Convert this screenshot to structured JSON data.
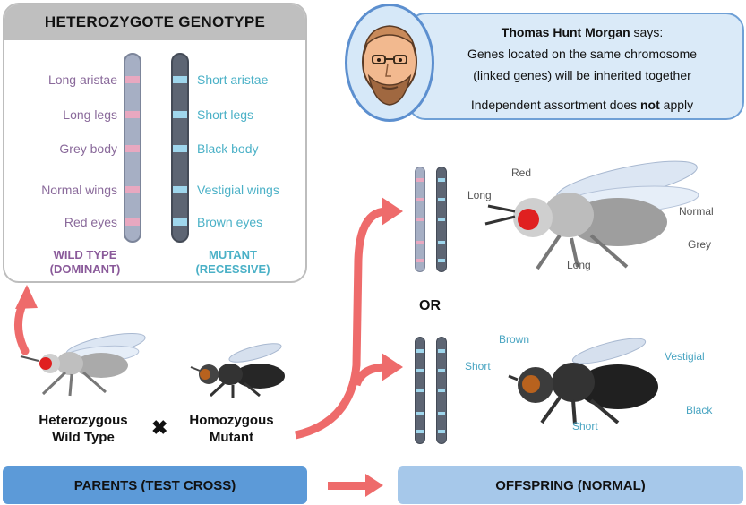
{
  "panel": {
    "title": "HETEROZYGOTE GENOTYPE",
    "wild_traits": [
      "Long aristae",
      "Long legs",
      "Grey body",
      "Normal wings",
      "Red eyes"
    ],
    "mutant_traits": [
      "Short aristae",
      "Short legs",
      "Black body",
      "Vestigial wings",
      "Brown eyes"
    ],
    "wild_caption_1": "WILD TYPE",
    "wild_caption_2": "(DOMINANT)",
    "mutant_caption_1": "MUTANT",
    "mutant_caption_2": "(RECESSIVE)"
  },
  "quote": {
    "speaker": "Thomas Hunt Morgan",
    "says": " says:",
    "line1": "Genes located on the same chromosome",
    "line2": "(linked genes) will be inherited together",
    "line3_pre": "Independent assortment does ",
    "line3_bold": "not",
    "line3_post": " apply"
  },
  "parents": {
    "wild_line1": "Heterozygous",
    "wild_line2": "Wild Type",
    "cross": "✖",
    "mutant_line1": "Homozygous",
    "mutant_line2": "Mutant",
    "bar_label": "PARENTS (TEST CROSS)"
  },
  "offspring": {
    "or_label": "OR",
    "bar_label": "OFFSPRING (NORMAL)",
    "wild_labels": {
      "eye": "Red",
      "aristae": "Long",
      "wings": "Normal",
      "body": "Grey",
      "legs": "Long"
    },
    "mutant_labels": {
      "eye": "Brown",
      "aristae": "Short",
      "wings": "Vestigial",
      "body": "Black",
      "legs": "Short"
    }
  },
  "colors": {
    "wild_chromosome": "#a6afc4",
    "mutant_chromosome": "#5d6573",
    "wild_band": "#e8a8c0",
    "mutant_band": "#9fd6ec",
    "arrow": "#ee6b6b",
    "parents_bar": "#5c9ad8",
    "offspring_bar": "#a6c8ea"
  }
}
